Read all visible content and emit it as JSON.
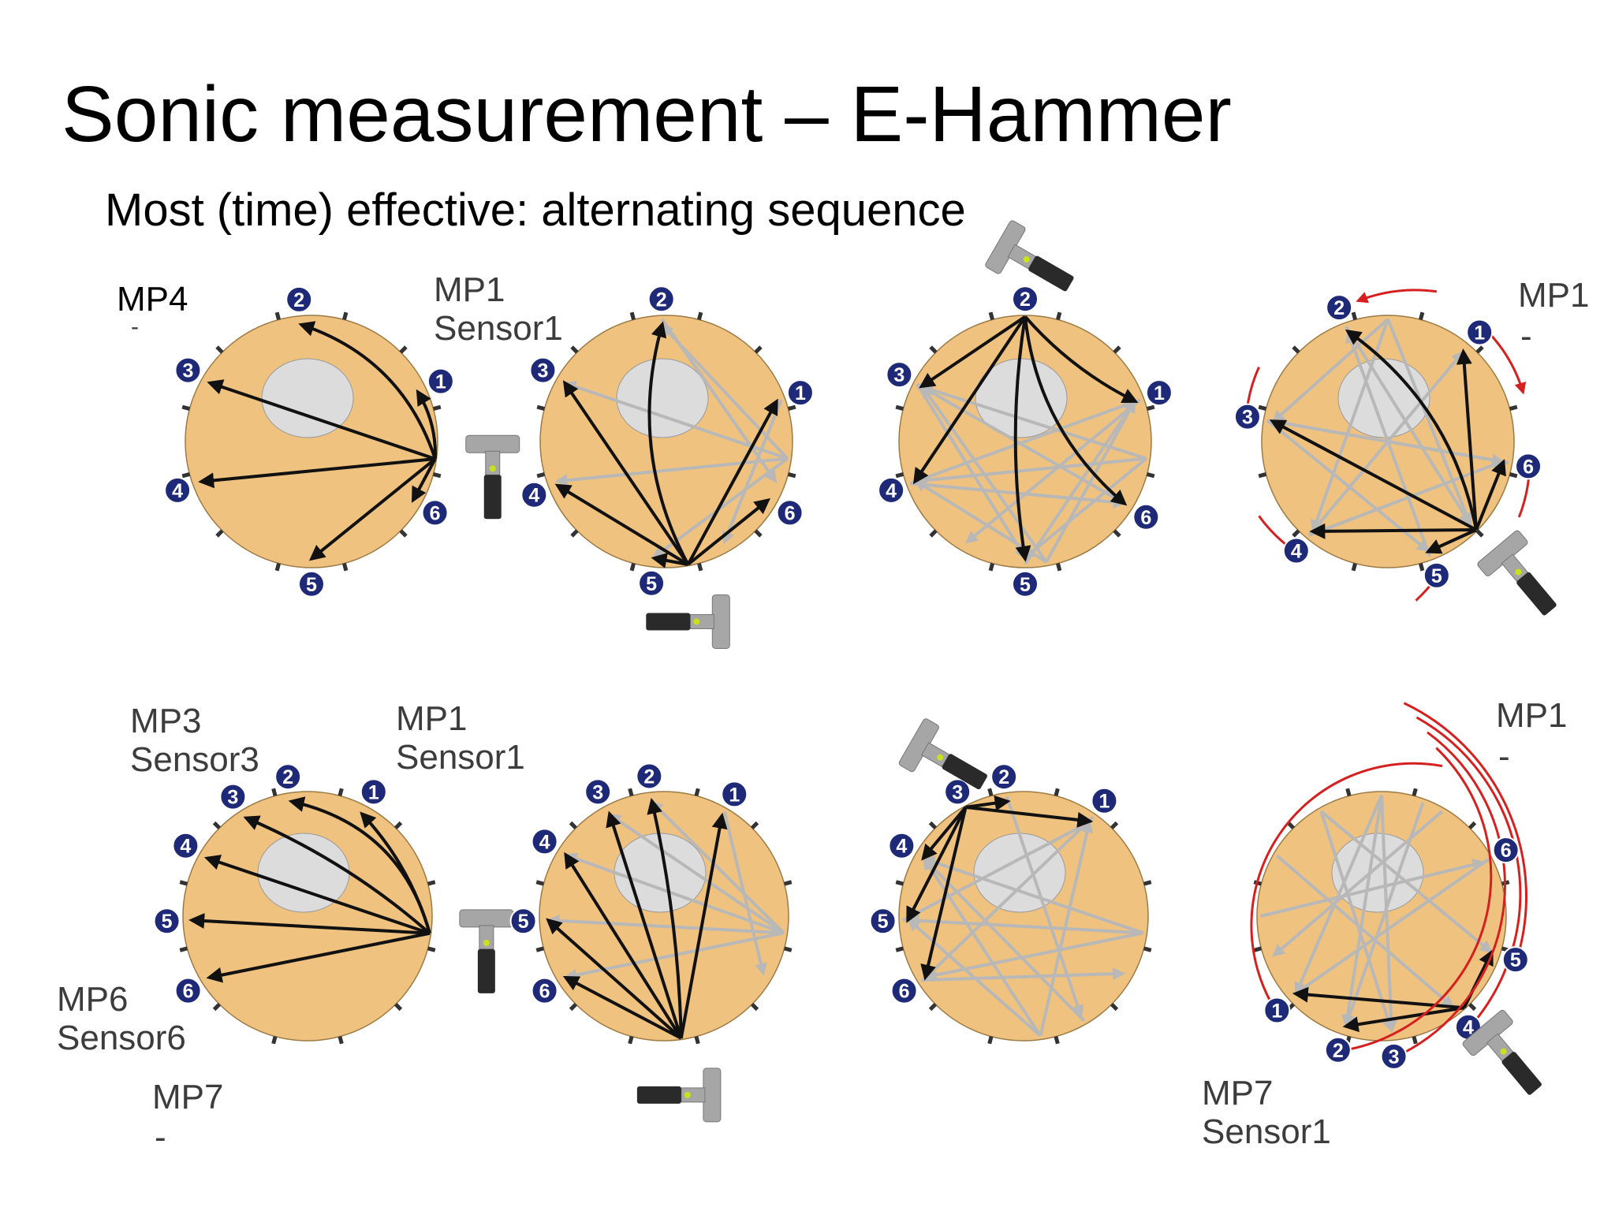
{
  "slide": {
    "title": "Sonic measurement – E-Hammer",
    "subtitle": "Most (time) effective: alternating sequence"
  },
  "labels": {
    "p1_mp4": "MP4",
    "p1_mp4_dash": "-",
    "p1_mp1": "MP1",
    "p1_sensor1": "Sensor1",
    "p4_mp1": "MP1",
    "p4_dash": "-",
    "p5_mp3": "MP3",
    "p5_sensor3": "Sensor3",
    "p5_mp1": "MP1",
    "p5_sensor1": "Sensor1",
    "p5_mp6": "MP6",
    "p5_sensor6": "Sensor6",
    "p5_mp7": "MP7",
    "p5_mp7_dash": "-",
    "p8_mp1": "MP1",
    "p8_dash": "-",
    "p8_mp7": "MP7",
    "p8_sensor1": "Sensor1"
  },
  "colors": {
    "disc": "#f0c27f",
    "disc_stroke": "#9c7a44",
    "core": "#dcdcdc",
    "marker": "#1e2a78",
    "arrow": "#111111",
    "path_grey": "#b8b8b8",
    "red_arrow": "#d62020",
    "hammer_handle": "#2a2a2a",
    "hammer_head": "#a6a6a6"
  },
  "panels": [
    {
      "id": "panel-1",
      "markers": [
        {
          "n": "1",
          "a": -25
        },
        {
          "n": "2",
          "a": -95
        },
        {
          "n": "3",
          "a": -150
        },
        {
          "n": "4",
          "a": 160
        },
        {
          "n": "5",
          "a": 90
        },
        {
          "n": "6",
          "a": 30
        }
      ],
      "source": 8,
      "arrows": [
        {
          "to": "1",
          "bend": 0.15
        },
        {
          "to": "2",
          "bend": 0.25
        },
        {
          "to": "3",
          "bend": 0
        },
        {
          "to": "4",
          "bend": 0
        },
        {
          "to": "5",
          "bend": 0
        },
        {
          "to": "6",
          "bend": 0
        }
      ],
      "grey": [],
      "hammer": {
        "rot": 0
      },
      "red": []
    },
    {
      "id": "panel-2",
      "markers": [
        {
          "n": "1",
          "a": -20
        },
        {
          "n": "2",
          "a": -92
        },
        {
          "n": "3",
          "a": -150
        },
        {
          "n": "4",
          "a": 158
        },
        {
          "n": "5",
          "a": 96
        },
        {
          "n": "6",
          "a": 30
        }
      ],
      "source": 80,
      "arrows": [
        {
          "to": "1",
          "bend": 0
        },
        {
          "to": "2",
          "bend": -0.2
        },
        {
          "to": "3",
          "bend": 0
        },
        {
          "to": "4",
          "bend": 0
        },
        {
          "to": "5",
          "bend": 0
        },
        {
          "to": "6",
          "bend": 0
        }
      ],
      "grey": [
        [
          8,
          -150
        ],
        [
          8,
          160
        ],
        [
          8,
          96
        ],
        [
          8,
          -92
        ],
        [
          -20,
          60
        ],
        [
          -92,
          20
        ]
      ],
      "hammer": {
        "rot": 90
      },
      "red": []
    },
    {
      "id": "panel-3",
      "markers": [
        {
          "n": "1",
          "a": -20
        },
        {
          "n": "2",
          "a": -90
        },
        {
          "n": "3",
          "a": -152
        },
        {
          "n": "4",
          "a": 160
        },
        {
          "n": "5",
          "a": 90
        },
        {
          "n": "6",
          "a": 32
        }
      ],
      "source": -90,
      "arrows": [
        {
          "to": "1",
          "bend": 0.1
        },
        {
          "to": "3",
          "bend": 0
        },
        {
          "to": "4",
          "bend": 0
        },
        {
          "to": "5",
          "bend": 0.08
        },
        {
          "to": "6",
          "bend": 0.2
        }
      ],
      "grey": [
        [
          8,
          -152
        ],
        [
          8,
          160
        ],
        [
          8,
          90
        ],
        [
          80,
          -152
        ],
        [
          80,
          160
        ],
        [
          80,
          -20
        ],
        [
          160,
          -20
        ],
        [
          -152,
          32
        ],
        [
          -152,
          90
        ],
        [
          160,
          32
        ],
        [
          90,
          -20
        ],
        [
          -20,
          120
        ]
      ],
      "hammer": {
        "rot": -60
      },
      "red": []
    },
    {
      "id": "panel-4",
      "markers": [
        {
          "n": "1",
          "a": -50
        },
        {
          "n": "2",
          "a": -110
        },
        {
          "n": "3",
          "a": -170
        },
        {
          "n": "4",
          "a": 130
        },
        {
          "n": "5",
          "a": 70
        },
        {
          "n": "6",
          "a": 10
        }
      ],
      "source": 45,
      "arrows": [
        {
          "to": "1",
          "bend": 0
        },
        {
          "to": "2",
          "bend": 0.2
        },
        {
          "to": "3",
          "bend": 0
        },
        {
          "to": "4",
          "bend": 0
        },
        {
          "to": "5",
          "bend": 0
        },
        {
          "to": "6",
          "bend": 0
        }
      ],
      "grey": [
        [
          -90,
          -170
        ],
        [
          -90,
          130
        ],
        [
          -90,
          45
        ],
        [
          -170,
          10
        ],
        [
          -170,
          70
        ],
        [
          130,
          10
        ],
        [
          130,
          -50
        ],
        [
          70,
          -110
        ],
        [
          -110,
          45
        ],
        [
          10,
          -170
        ]
      ],
      "hammer": {
        "rot": -40
      },
      "red": [
        {
          "from": -50,
          "to": -20,
          "r": 1.18
        },
        {
          "from": -72,
          "to": -102,
          "r": 1.25
        },
        {
          "from": -150,
          "to": -170,
          "r": 1.18
        },
        {
          "from": 150,
          "to": 130,
          "r": 1.18
        },
        {
          "from": 80,
          "to": 70,
          "r": 1.28
        },
        {
          "from": 30,
          "to": 10,
          "r": 1.2
        }
      ]
    },
    {
      "id": "panel-5",
      "markers": [
        {
          "n": "1",
          "a": -62
        },
        {
          "n": "2",
          "a": -98
        },
        {
          "n": "3",
          "a": -122
        },
        {
          "n": "4",
          "a": -150
        },
        {
          "n": "5",
          "a": 178
        },
        {
          "n": "6",
          "a": 148
        }
      ],
      "source": 8,
      "arrows": [
        {
          "to": "1",
          "bend": 0.12
        },
        {
          "to": "2",
          "bend": 0.3
        },
        {
          "to": "3",
          "bend": 0.08
        },
        {
          "to": "4",
          "bend": 0
        },
        {
          "to": "5",
          "bend": 0
        },
        {
          "to": "6",
          "bend": 0
        }
      ],
      "grey": [],
      "hammer": {
        "rot": 0
      },
      "red": []
    },
    {
      "id": "panel-6",
      "markers": [
        {
          "n": "1",
          "a": -60
        },
        {
          "n": "2",
          "a": -96
        },
        {
          "n": "3",
          "a": -118
        },
        {
          "n": "4",
          "a": -148
        },
        {
          "n": "5",
          "a": 178
        },
        {
          "n": "6",
          "a": 148
        }
      ],
      "source": 82,
      "arrows": [
        {
          "to": "1",
          "bend": 0
        },
        {
          "to": "2",
          "bend": 0.05
        },
        {
          "to": "3",
          "bend": 0
        },
        {
          "to": "4",
          "bend": 0
        },
        {
          "to": "5",
          "bend": 0
        },
        {
          "to": "6",
          "bend": 0
        }
      ],
      "grey": [
        [
          8,
          -148
        ],
        [
          8,
          178
        ],
        [
          8,
          148
        ],
        [
          8,
          -118
        ],
        [
          8,
          -96
        ],
        [
          -60,
          30
        ]
      ],
      "hammer": {
        "rot": 90
      },
      "red": []
    },
    {
      "id": "panel-7",
      "markers": [
        {
          "n": "1",
          "a": -55
        },
        {
          "n": "2",
          "a": -98
        },
        {
          "n": "3",
          "a": -118
        },
        {
          "n": "4",
          "a": -150
        },
        {
          "n": "5",
          "a": 178
        },
        {
          "n": "6",
          "a": 148
        }
      ],
      "source": -118,
      "arrows": [
        {
          "to": "1",
          "bend": 0
        },
        {
          "to": "2",
          "bend": 0
        },
        {
          "to": "4",
          "bend": 0
        },
        {
          "to": "5",
          "bend": 0
        },
        {
          "to": "6",
          "bend": 0
        }
      ],
      "grey": [
        [
          8,
          -150
        ],
        [
          8,
          178
        ],
        [
          8,
          148
        ],
        [
          82,
          -150
        ],
        [
          82,
          178
        ],
        [
          82,
          -55
        ],
        [
          -55,
          148
        ],
        [
          -98,
          60
        ],
        [
          148,
          30
        ],
        [
          178,
          -55
        ],
        [
          60,
          -150
        ]
      ],
      "hammer": {
        "rot": -60
      },
      "red": []
    },
    {
      "id": "panel-8",
      "markers": [
        {
          "n": "1",
          "a": 138
        },
        {
          "n": "2",
          "a": 108
        },
        {
          "n": "3",
          "a": 85
        },
        {
          "n": "4",
          "a": 52
        },
        {
          "n": "5",
          "a": 18
        },
        {
          "n": "6",
          "a": -28
        }
      ],
      "source": 48,
      "arrows": [
        {
          "to": "1",
          "bend": 0
        },
        {
          "to": "2",
          "bend": 0
        },
        {
          "to": "5",
          "bend": 0
        }
      ],
      "grey": [
        [
          -90,
          138
        ],
        [
          -90,
          108
        ],
        [
          -90,
          85
        ],
        [
          -120,
          18
        ],
        [
          -150,
          52
        ],
        [
          -60,
          160
        ],
        [
          180,
          -28
        ],
        [
          -28,
          138
        ],
        [
          -70,
          108
        ],
        [
          -120,
          85
        ]
      ],
      "hammer": {
        "rot": -40
      },
      "red": [
        {
          "from": -68,
          "to": 138,
          "r": 1.3
        },
        {
          "from": -72,
          "to": 108,
          "r": 1.42
        },
        {
          "from": -76,
          "to": 85,
          "r": 1.52
        },
        {
          "from": -80,
          "to": 52,
          "r": 1.62
        },
        {
          "from": -84,
          "to": 18,
          "r": 1.72
        }
      ]
    }
  ]
}
